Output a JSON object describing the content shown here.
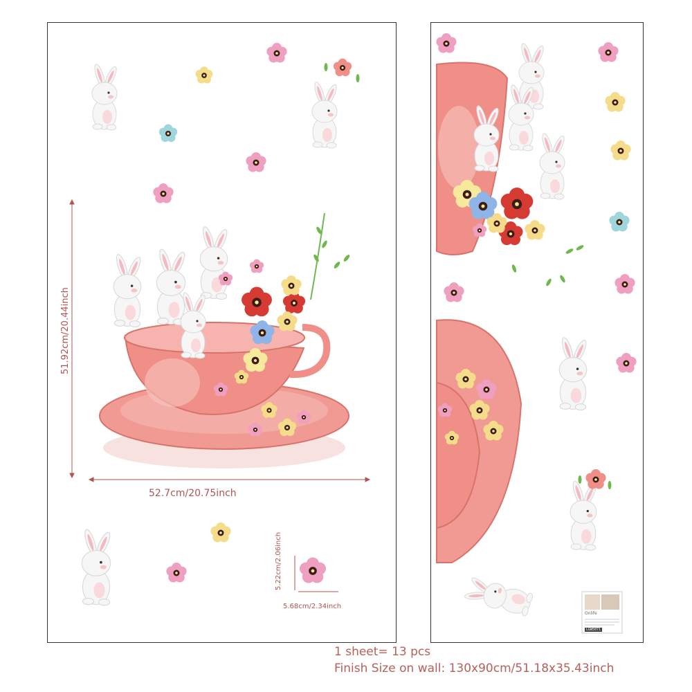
{
  "dimensions": {
    "height_label": "51.92cm/20.44inch",
    "width_label": "52.7cm/20.75inch",
    "small_height_label": "5.22cm/2.06inch",
    "small_width_label": "5.68cm/2.34inch"
  },
  "caption": {
    "line1": "1 sheet= 13 pcs",
    "line2": "Finish Size on wall: 130x90cm/51.18x35.43inch"
  },
  "product_tag": {
    "brand": "Onlife",
    "sku": "LGW5071"
  },
  "colors": {
    "dimension_line": "#b0554f",
    "cup_pink": "#ef8f88",
    "saucer_pink": "#f09a93",
    "flower_pink": "#ef9fc0",
    "flower_yellow": "#f4dc8a",
    "flower_blue": "#9fd6dc",
    "poppy_red": "#d63b33",
    "bunny_white": "#f6f6f6"
  },
  "icons": [
    "bunny-icon",
    "flower-icon",
    "teacup-icon",
    "saucer-icon",
    "leaf-icon"
  ]
}
